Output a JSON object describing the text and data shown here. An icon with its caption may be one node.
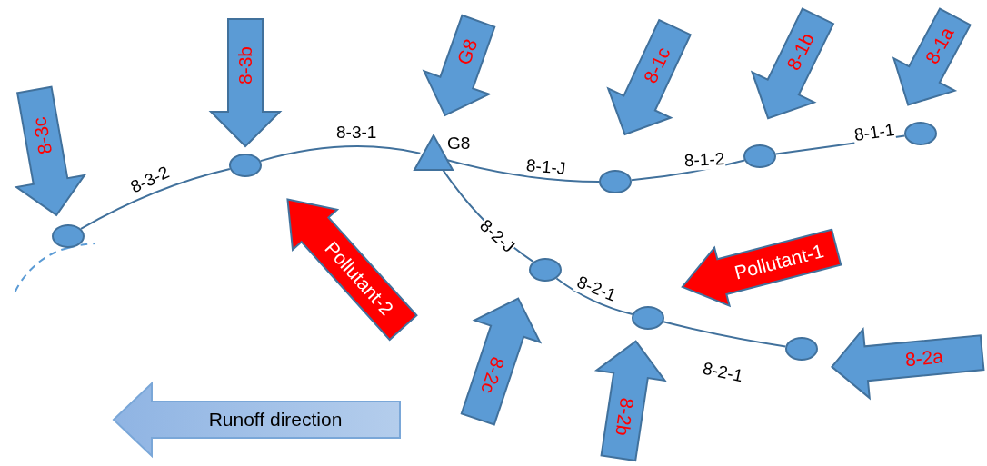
{
  "diagram": {
    "nodes": [
      {
        "text": [
          "8-3c"
        ]
      },
      {
        "text": [
          "8-3b"
        ]
      },
      {
        "text": [
          "G8"
        ]
      },
      {
        "text": [
          "8-1c"
        ]
      },
      {
        "text": [
          "8-1b"
        ]
      },
      {
        "text": [
          "8-1a"
        ]
      },
      {
        "text": [],
        "shape": "circle"
      },
      {
        "text": [],
        "shape": "triangle",
        "beside": [
          "G8"
        ]
      },
      {
        "text": [],
        "shape": "circle"
      },
      {
        "text": [],
        "shape": "circle"
      },
      {
        "text": [],
        "shape": "circle"
      },
      {
        "text": [],
        "shape": "circle"
      },
      {
        "text": [],
        "shape": "circle"
      },
      {
        "text": [
          "Pollutant-2"
        ]
      },
      {
        "text": [
          "Pollutant-1"
        ]
      },
      {
        "text": [],
        "shape": "circle"
      },
      {
        "text": [],
        "shape": "circle"
      },
      {
        "text": [
          "8-2c"
        ]
      },
      {
        "text": [
          "8-2b"
        ]
      },
      {
        "text": [
          "8-2a"
        ]
      },
      {
        "text": [
          "Runoff direction"
        ]
      }
    ],
    "edges": [
      {
        "from": 11,
        "to": 6,
        "arrow": "none",
        "label": "8-3-2"
      },
      {
        "from": 6,
        "to": 7,
        "arrow": "none",
        "label": "8-3-1"
      },
      {
        "from": 7,
        "to": 10,
        "arrow": "none",
        "label": "8-1-J"
      },
      {
        "from": 10,
        "to": 9,
        "arrow": "none",
        "label": "8-1-2"
      },
      {
        "from": 9,
        "to": 8,
        "arrow": "none",
        "label": "8-1-1"
      },
      {
        "from": 7,
        "to": 12,
        "arrow": "none",
        "label": "8-2-J"
      },
      {
        "from": 12,
        "to": 15,
        "arrow": "none",
        "label": "8-2-1"
      },
      {
        "from": 15,
        "to": 16,
        "arrow": "none",
        "label": "8-2-1"
      },
      {
        "from": 11,
        "to": null,
        "arrow": "none",
        "style": "dashed",
        "color": "#5b9bd5"
      }
    ]
  }
}
